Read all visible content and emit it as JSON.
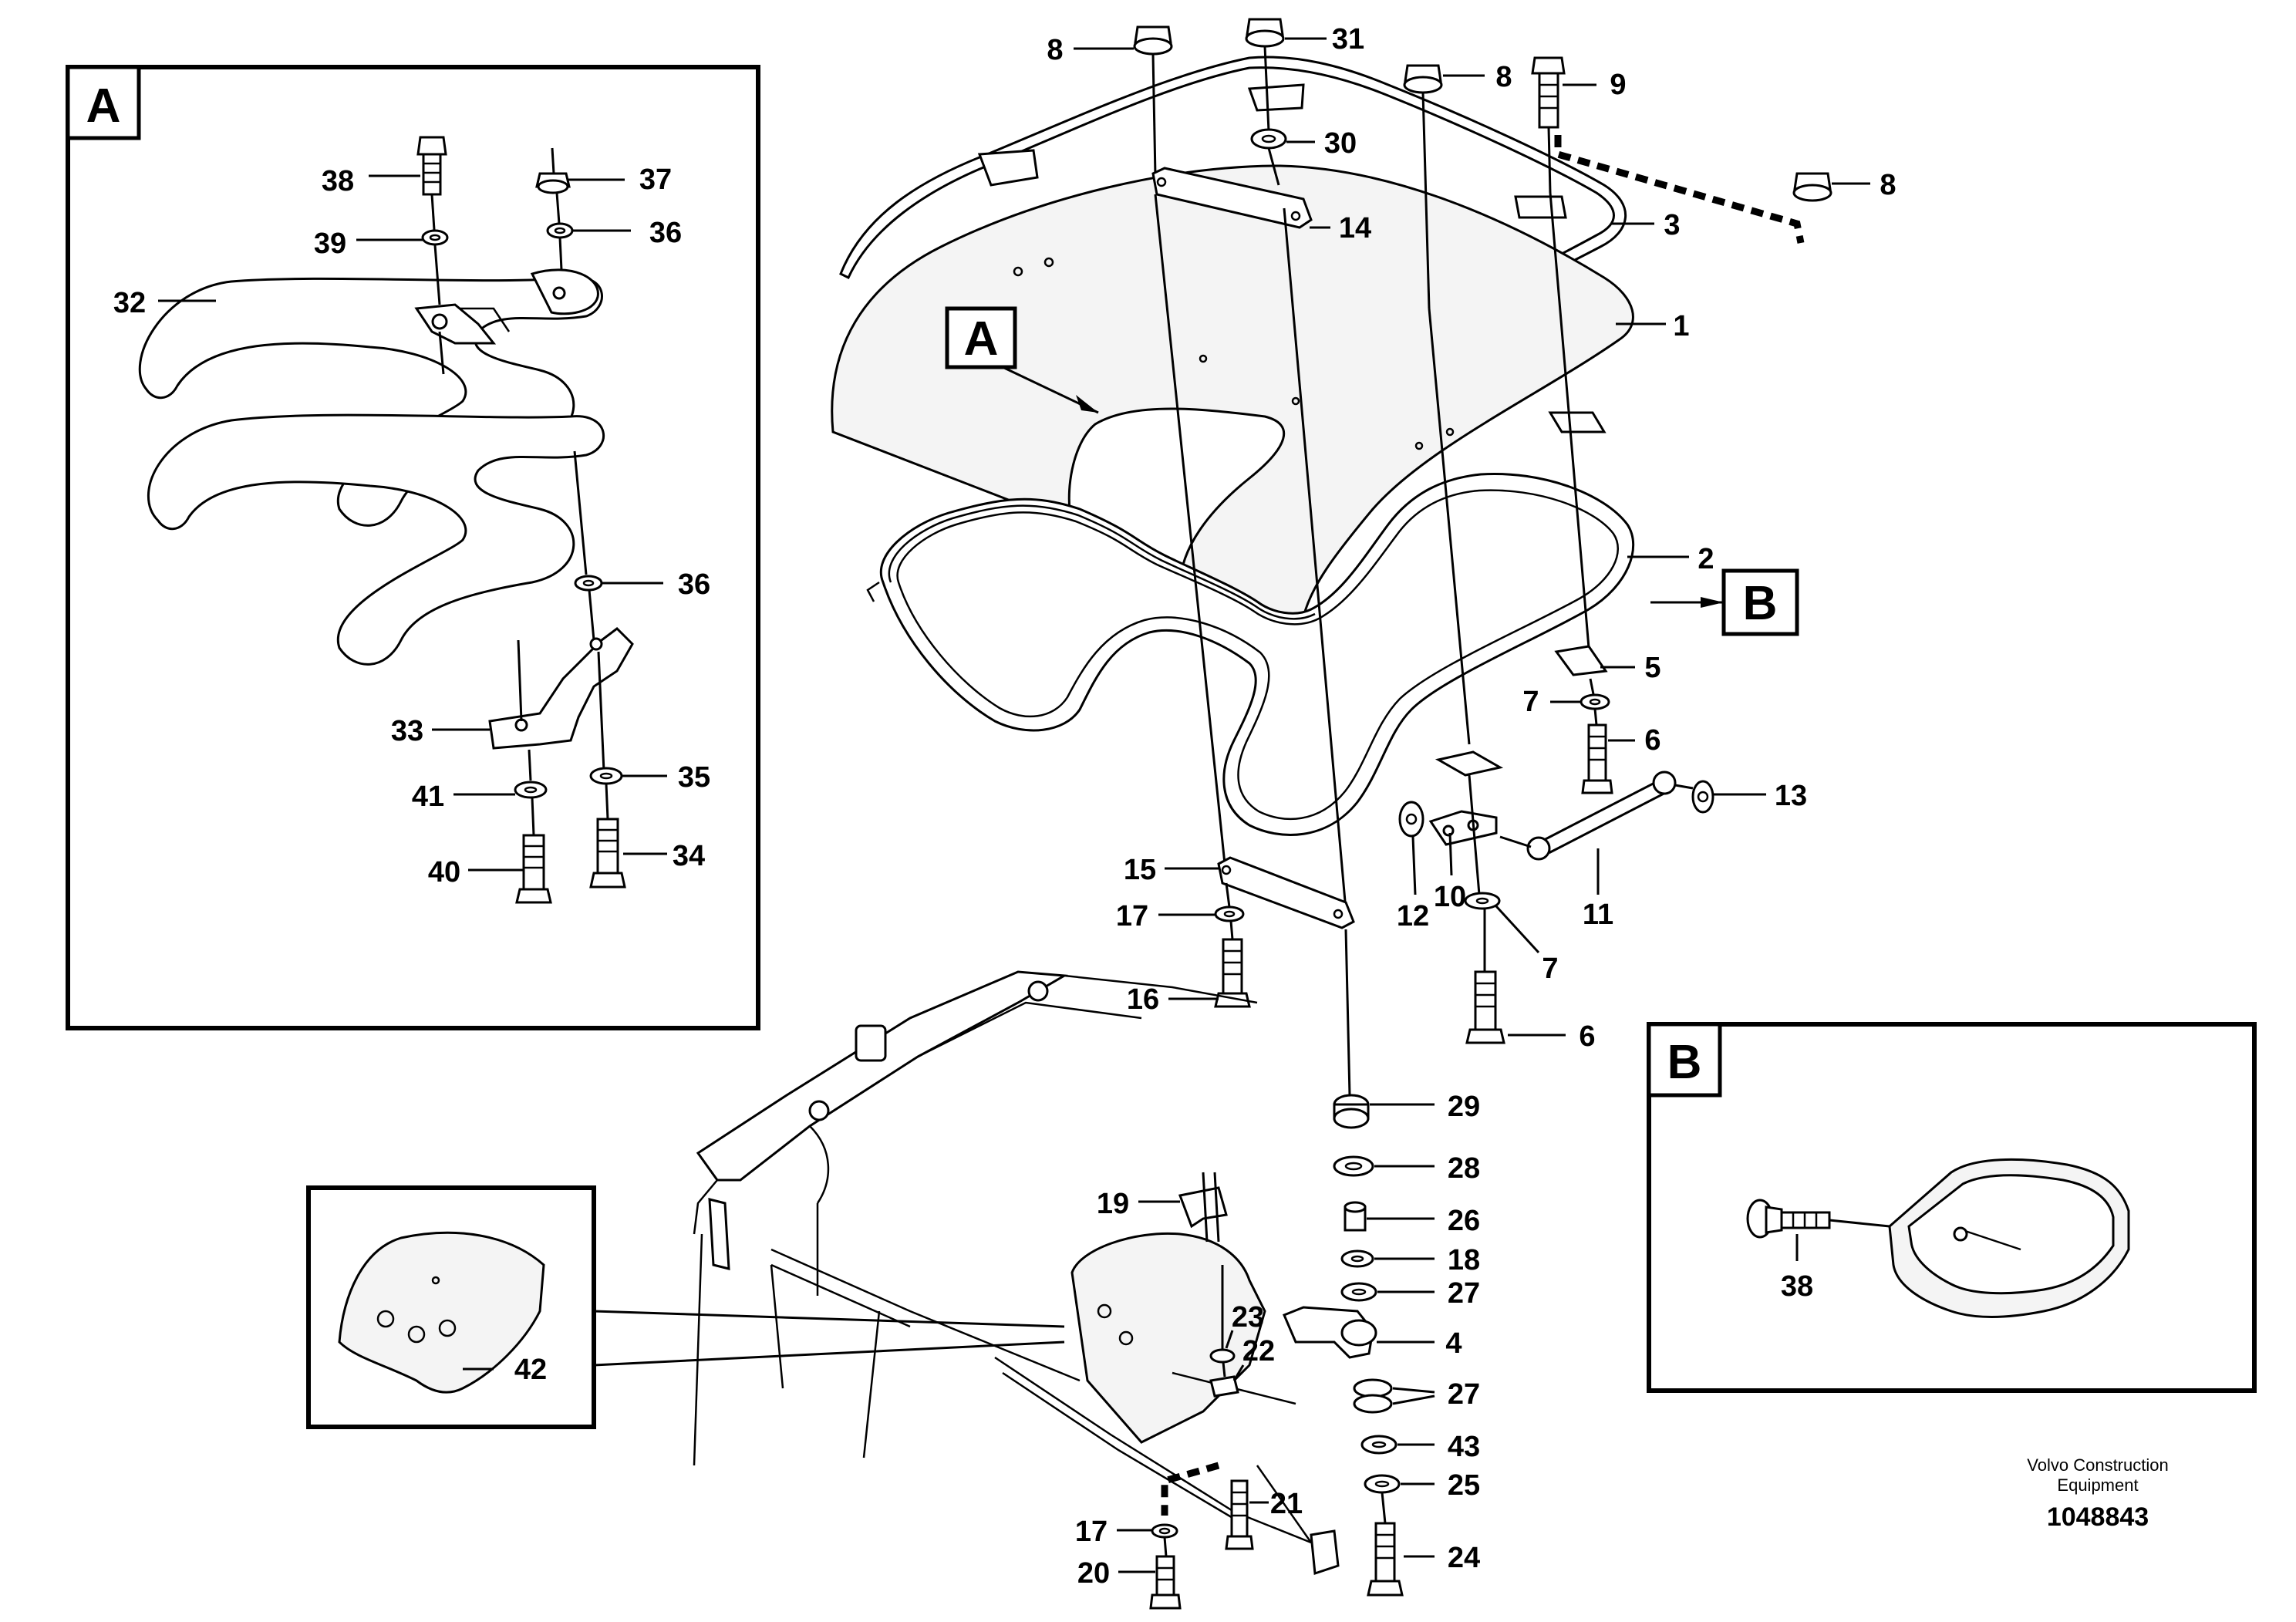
{
  "callouts": {
    "A": "A",
    "B": "B",
    "A_detail": "A",
    "B_detail": "B"
  },
  "labels": {
    "p8a": "8",
    "p31": "31",
    "p8b": "8",
    "p9": "9",
    "p8c": "8",
    "p30": "30",
    "p14": "14",
    "p3": "3",
    "p1": "1",
    "p2": "2",
    "p5": "5",
    "p7a": "7",
    "p6a": "6",
    "p13": "13",
    "p12": "12",
    "p10": "10",
    "p11": "11",
    "p7b": "7",
    "p15": "15",
    "p17a": "17",
    "p16": "16",
    "p6b": "6",
    "p29": "29",
    "p28": "28",
    "p26": "26",
    "p18": "18",
    "p27a": "27",
    "p4": "4",
    "p27b": "27",
    "p43": "43",
    "p25": "25",
    "p24": "24",
    "p19": "19",
    "p23": "23",
    "p22": "22",
    "p21": "21",
    "p17b": "17",
    "p20": "20",
    "p42": "42",
    "a38": "38",
    "a37": "37",
    "a39": "39",
    "a36a": "36",
    "a32": "32",
    "a36b": "36",
    "a33": "33",
    "a35": "35",
    "a41": "41",
    "a34": "34",
    "a40": "40",
    "b38": "38"
  },
  "footer": {
    "company_line1": "Volvo Construction",
    "company_line2": "Equipment",
    "drawing_number": "1048843"
  }
}
